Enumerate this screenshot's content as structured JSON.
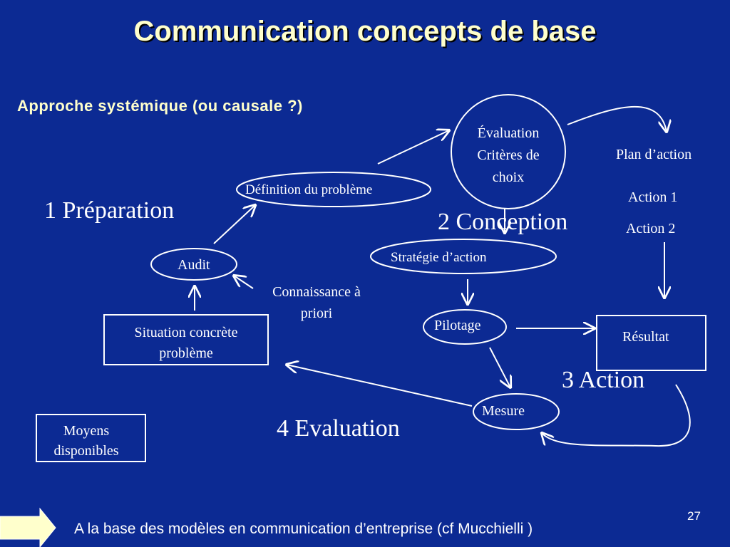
{
  "title": "Communication concepts de base",
  "subtitle": "Approche systémique (ou causale ?)",
  "stages": {
    "preparation": "1 Préparation",
    "conception": "2 Conception",
    "action": "3 Action",
    "evaluation": "4 Evaluation"
  },
  "nodes": {
    "evaluation_line1": "Évaluation",
    "evaluation_line2": "Critères de",
    "evaluation_line3": "choix",
    "plan_action": "Plan d’action",
    "action1": "Action 1",
    "action2": "Action 2",
    "definition": "Définition du problème",
    "strategie": "Stratégie d’action",
    "audit": "Audit",
    "connaissance_line1": "Connaissance à",
    "connaissance_line2": "priori",
    "situation_line1": "Situation concrète",
    "situation_line2": "problème",
    "pilotage": "Pilotage",
    "resultat": "Résultat",
    "mesure": "Mesure",
    "moyens_line1": "Moyens",
    "moyens_line2": "disponibles"
  },
  "footer": {
    "text": "A la base des modèles en communication d’entreprise (cf Mucchielli )",
    "page_number": "27"
  },
  "colors": {
    "background": "#0c2a93",
    "title": "#ffffcc",
    "lines": "#ffffff",
    "footer_arrow": "#ffffcc"
  }
}
